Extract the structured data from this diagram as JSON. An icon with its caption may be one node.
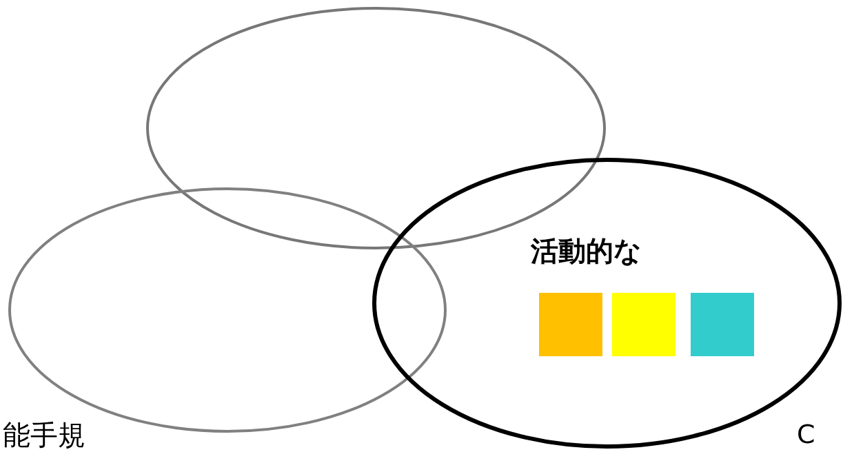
{
  "diagram": {
    "nodes": [
      {
        "text": [],
        "shape": "ellipse"
      },
      {
        "text": [],
        "shape": "ellipse"
      },
      {
        "text": [
          "活動的な"
        ],
        "beside": [
          "C"
        ]
      },
      {
        "text": [],
        "shape": "box",
        "in": 2
      },
      {
        "text": [],
        "shape": "box",
        "in": 2
      },
      {
        "text": [],
        "shape": "box",
        "in": 2
      }
    ],
    "edges": [],
    "labels": [
      "能手規"
    ]
  }
}
